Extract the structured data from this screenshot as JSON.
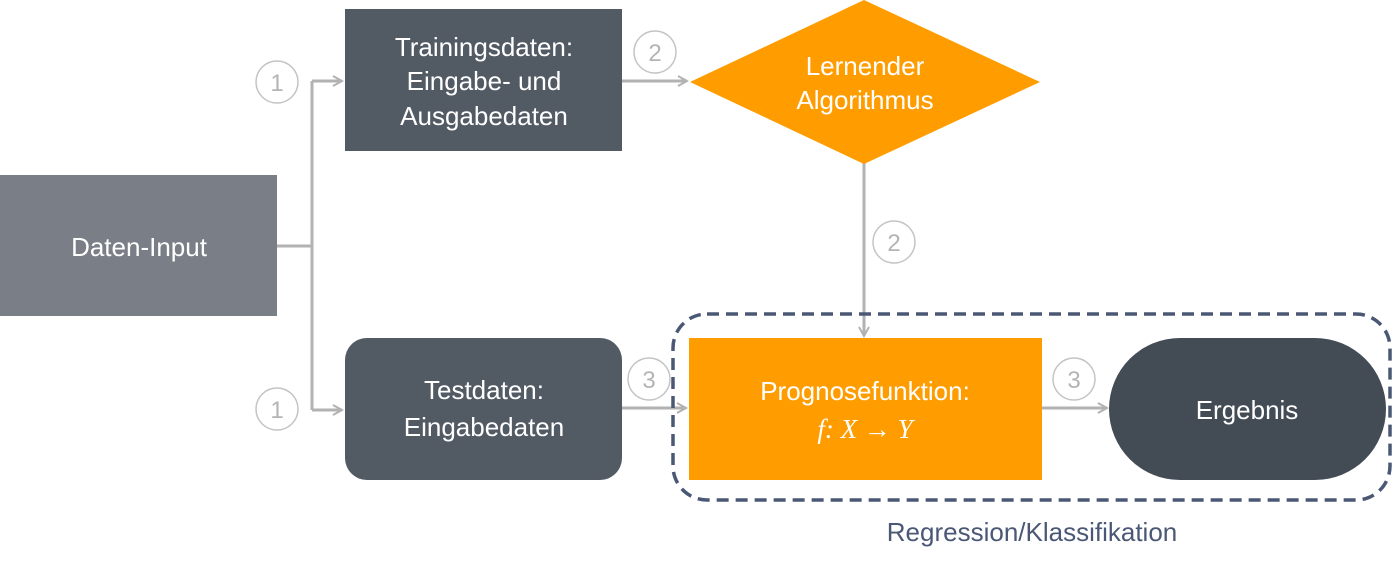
{
  "diagram": {
    "colors": {
      "input_box": "#7a7f87",
      "dark_box": "#525a64",
      "result_box": "#434b55",
      "accent_orange": "#ff9c00",
      "connector": "#b2b2b2",
      "group_border": "#4a5875",
      "text_on_box": "#ffffff"
    },
    "nodes": {
      "daten_input": {
        "label": "Daten-Input"
      },
      "trainingsdaten": {
        "lines": [
          "Trainingsdaten:",
          "Eingabe- und",
          "Ausgabedaten"
        ]
      },
      "lernender_algorithmus": {
        "lines": [
          "Lernender",
          "Algorithmus"
        ]
      },
      "testdaten": {
        "lines": [
          "Testdaten:",
          "Eingabedaten"
        ]
      },
      "prognosefunktion": {
        "title": "Prognosefunktion:",
        "formula": "f: X → Y"
      },
      "ergebnis": {
        "label": "Ergebnis"
      }
    },
    "steps": {
      "to_training": "1",
      "to_test": "1",
      "training_to_algorithm": "2",
      "algorithm_to_function": "2",
      "test_to_function": "3",
      "function_to_result": "3"
    },
    "group": {
      "label": "Regression/Klassifikation"
    }
  }
}
